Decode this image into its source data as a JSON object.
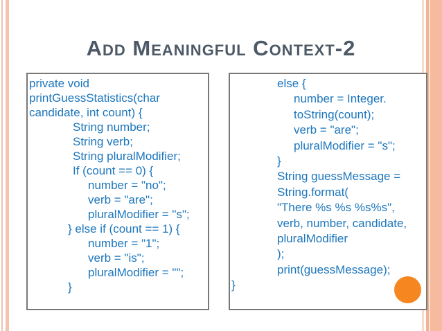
{
  "slide": {
    "title": "Add Meaningful Context-2"
  },
  "colors": {
    "code_blue": "#1c76bc",
    "title_gray": "#4d5967",
    "box_border_gray": "#787878",
    "edge_salmon": "#f2c3ae",
    "edge_salmon_dark": "#f3b393",
    "accent_orange": "#f6861f",
    "background": "#ffffff"
  },
  "code_boxes": {
    "left": {
      "lines": [
        {
          "text": "private void",
          "indent": 0
        },
        {
          "text": "printGuessStatistics(char",
          "indent": 0
        },
        {
          "text": "candidate, int count) {",
          "indent": 0
        },
        {
          "text": "String number;",
          "indent": 63
        },
        {
          "text": "String verb;",
          "indent": 63
        },
        {
          "text": "String pluralModifier;",
          "indent": 63
        },
        {
          "text": "If (count == 0) {",
          "indent": 63
        },
        {
          "text": "number = \"no\";",
          "indent": 85
        },
        {
          "text": "verb = \"are\";",
          "indent": 85
        },
        {
          "text": "pluralModifier = \"s\";",
          "indent": 85
        },
        {
          "text": "} else if (count == 1) {",
          "indent": 56
        },
        {
          "text": "number = \"1\";",
          "indent": 85
        },
        {
          "text": "verb = \"is\";",
          "indent": 85
        },
        {
          "text": "pluralModifier = \"\";",
          "indent": 85
        },
        {
          "text": "}",
          "indent": 56
        }
      ]
    },
    "right": {
      "lines": [
        {
          "text": "else {",
          "indent": 66
        },
        {
          "text": "number = Integer.",
          "indent": 90
        },
        {
          "text": "toString(count);",
          "indent": 90
        },
        {
          "text": "verb = \"are\";",
          "indent": 90
        },
        {
          "text": "pluralModifier = \"s\";",
          "indent": 90
        },
        {
          "text": "}",
          "indent": 66
        },
        {
          "text": "String guessMessage =",
          "indent": 66
        },
        {
          "text": "String.format(",
          "indent": 66
        },
        {
          "text": "\"There %s %s %s%s\",",
          "indent": 66
        },
        {
          "text": "verb, number, candidate,",
          "indent": 66
        },
        {
          "text": "pluralModifier",
          "indent": 66
        },
        {
          "text": ");",
          "indent": 66
        },
        {
          "text": "print(guessMessage);",
          "indent": 66
        },
        {
          "text": "}",
          "indent": 0
        }
      ]
    }
  }
}
